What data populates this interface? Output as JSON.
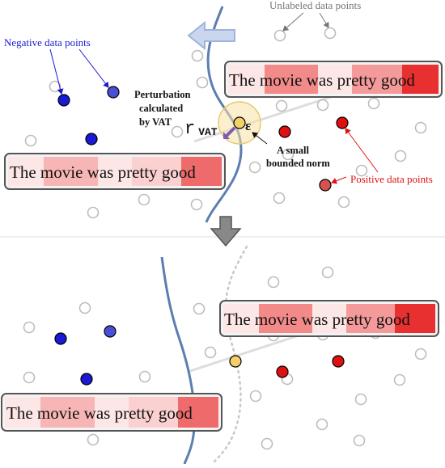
{
  "top": {
    "unlabeled_label": "Unlabeled data points",
    "negative_label": "Negative data points",
    "positive_label": "Positive data points",
    "perturbation_line1": "Perturbation",
    "perturbation_line2": "calculated",
    "perturbation_line3": "by VAT",
    "rvat_main": "r",
    "rvat_sub": "VAT",
    "epsilon": "ε",
    "norm_line1": "A small",
    "norm_line2": "bounded norm",
    "sentence_right": [
      "The",
      "movie",
      "was",
      "pretty",
      "good"
    ],
    "sentence_left": [
      "The",
      "movie",
      "was",
      "pretty",
      "good"
    ]
  },
  "bottom": {
    "sentence_right": [
      "The",
      "movie",
      "was",
      "pretty",
      "good"
    ],
    "sentence_left": [
      "The",
      "movie",
      "was",
      "pretty",
      "good"
    ]
  },
  "colors": {
    "negative": "#1a1ad6",
    "negative_light": "#4b4fd8",
    "positive": "#e01010",
    "positive_light": "#d95050",
    "unlabeled": "#bbbbbb",
    "boundary": "#5a7fb0",
    "perturbed": "#f5cf6a",
    "arrow_blue": "#b8c8e6",
    "arrow_gray": "#7a7a7a",
    "word_dark": "#e83a3a",
    "word_mid": "#f28a8a",
    "word_light": "#f9c8c8",
    "word_pale": "#fde6e6"
  }
}
